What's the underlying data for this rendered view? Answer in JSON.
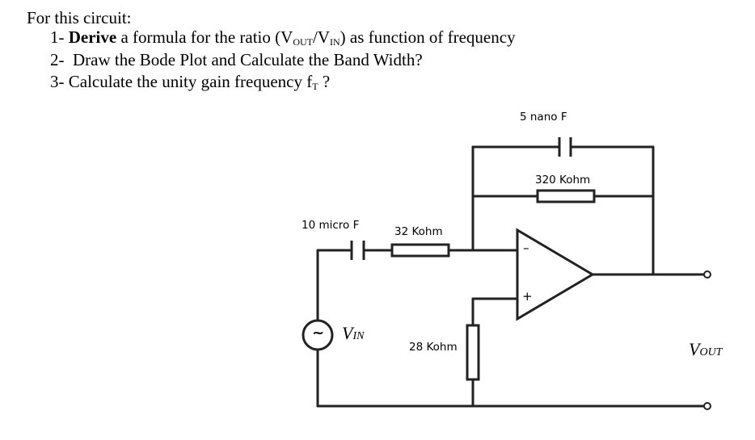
{
  "question": {
    "intro": "For this circuit:",
    "items": [
      {
        "num": "1-",
        "bold": "Derive",
        "pre": " a formula for the ratio (V",
        "sub1": "OUT",
        "mid": "/V",
        "sub2": "IN",
        "post": ") as function of frequency"
      },
      {
        "num": "2-",
        "text": "Draw the Bode Plot and Calculate the Band Width?"
      },
      {
        "num": "3-",
        "text": "Calculate the unity gain frequency f",
        "sub": "T",
        "post": " ?"
      }
    ]
  },
  "circuit": {
    "feedback_capacitor": "5 nano F",
    "feedback_resistor": "320 Kohm",
    "input_capacitor": "10 micro F",
    "input_resistor": "32 Kohm",
    "ground_resistor": "28 Kohm",
    "source_symbol": "~",
    "vin_main": "V",
    "vin_sub": "IN",
    "vout_main": "V",
    "vout_sub": "OUT",
    "opamp_minus": "–",
    "opamp_plus": "+"
  }
}
